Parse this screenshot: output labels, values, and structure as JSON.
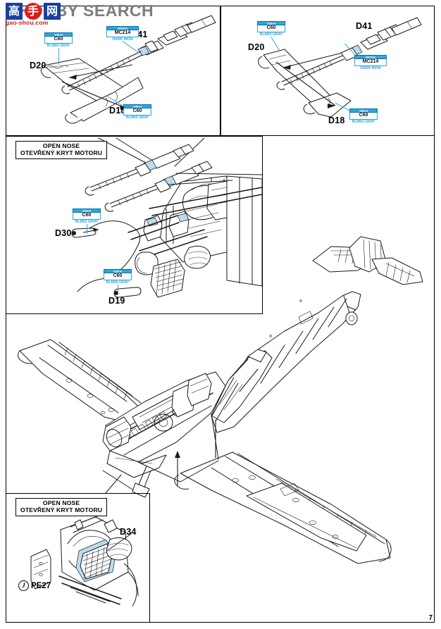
{
  "document": {
    "type": "model-kit-instruction-sheet",
    "page_number": "7",
    "subject": "Messerschmitt Bf 109 exhaust stacks and engine installation"
  },
  "watermark": {
    "brand_text": "HOBBY SEARCH",
    "cjk_1": "高",
    "cjk_2": "手",
    "cjk_3": "网",
    "url": "gao-shou.com"
  },
  "captions": {
    "open_nose_en": "OPEN NOSE",
    "open_nose_cs": "OTEVŘENÝ KRYT MOTORU"
  },
  "paints": {
    "rlm02": {
      "brand": "GSI-H",
      "code": "C60",
      "name": "RLM02 GRAY"
    },
    "dark_iron": {
      "brand": "MC214",
      "code": "MC214",
      "name": "DARK IRON"
    }
  },
  "panels": {
    "top_left": {
      "name": "exhaust-stack-left-assembly",
      "parts": [
        {
          "label": "D20",
          "paint": "rlm02"
        },
        {
          "label": "D41",
          "paint": "dark_iron"
        },
        {
          "label": "D18",
          "paint": "rlm02"
        }
      ]
    },
    "top_right": {
      "name": "exhaust-stack-right-assembly",
      "parts": [
        {
          "label": "D20",
          "paint": "rlm02"
        },
        {
          "label": "D41",
          "paint": "dark_iron"
        },
        {
          "label": "D18",
          "paint": "rlm02"
        }
      ]
    },
    "middle": {
      "name": "engine-bay-gun-installation",
      "caption_en": "OPEN NOSE",
      "caption_cs": "OTEVŘENÝ KRYT MOTORU",
      "parts": [
        {
          "label": "D30",
          "paint": "rlm02"
        },
        {
          "label": "D19",
          "paint": "rlm02"
        }
      ]
    },
    "bottom_left": {
      "name": "radiator-detail",
      "caption_en": "OPEN NOSE",
      "caption_cs": "OTEVŘENÝ KRYT MOTORU",
      "parts": [
        {
          "label": "D34"
        },
        {
          "label": "PE27",
          "marker": "J"
        }
      ]
    },
    "main": {
      "name": "full-airframe-assembly-view"
    }
  },
  "colors": {
    "line": "#1a1a1a",
    "callout_blue": "#2aa8e0",
    "highlight_blue": "#bcdcee",
    "watermark_gray": "#7d7d7d",
    "watermark_red": "#c21b1b",
    "watermark_navy": "#1a3fa0"
  }
}
